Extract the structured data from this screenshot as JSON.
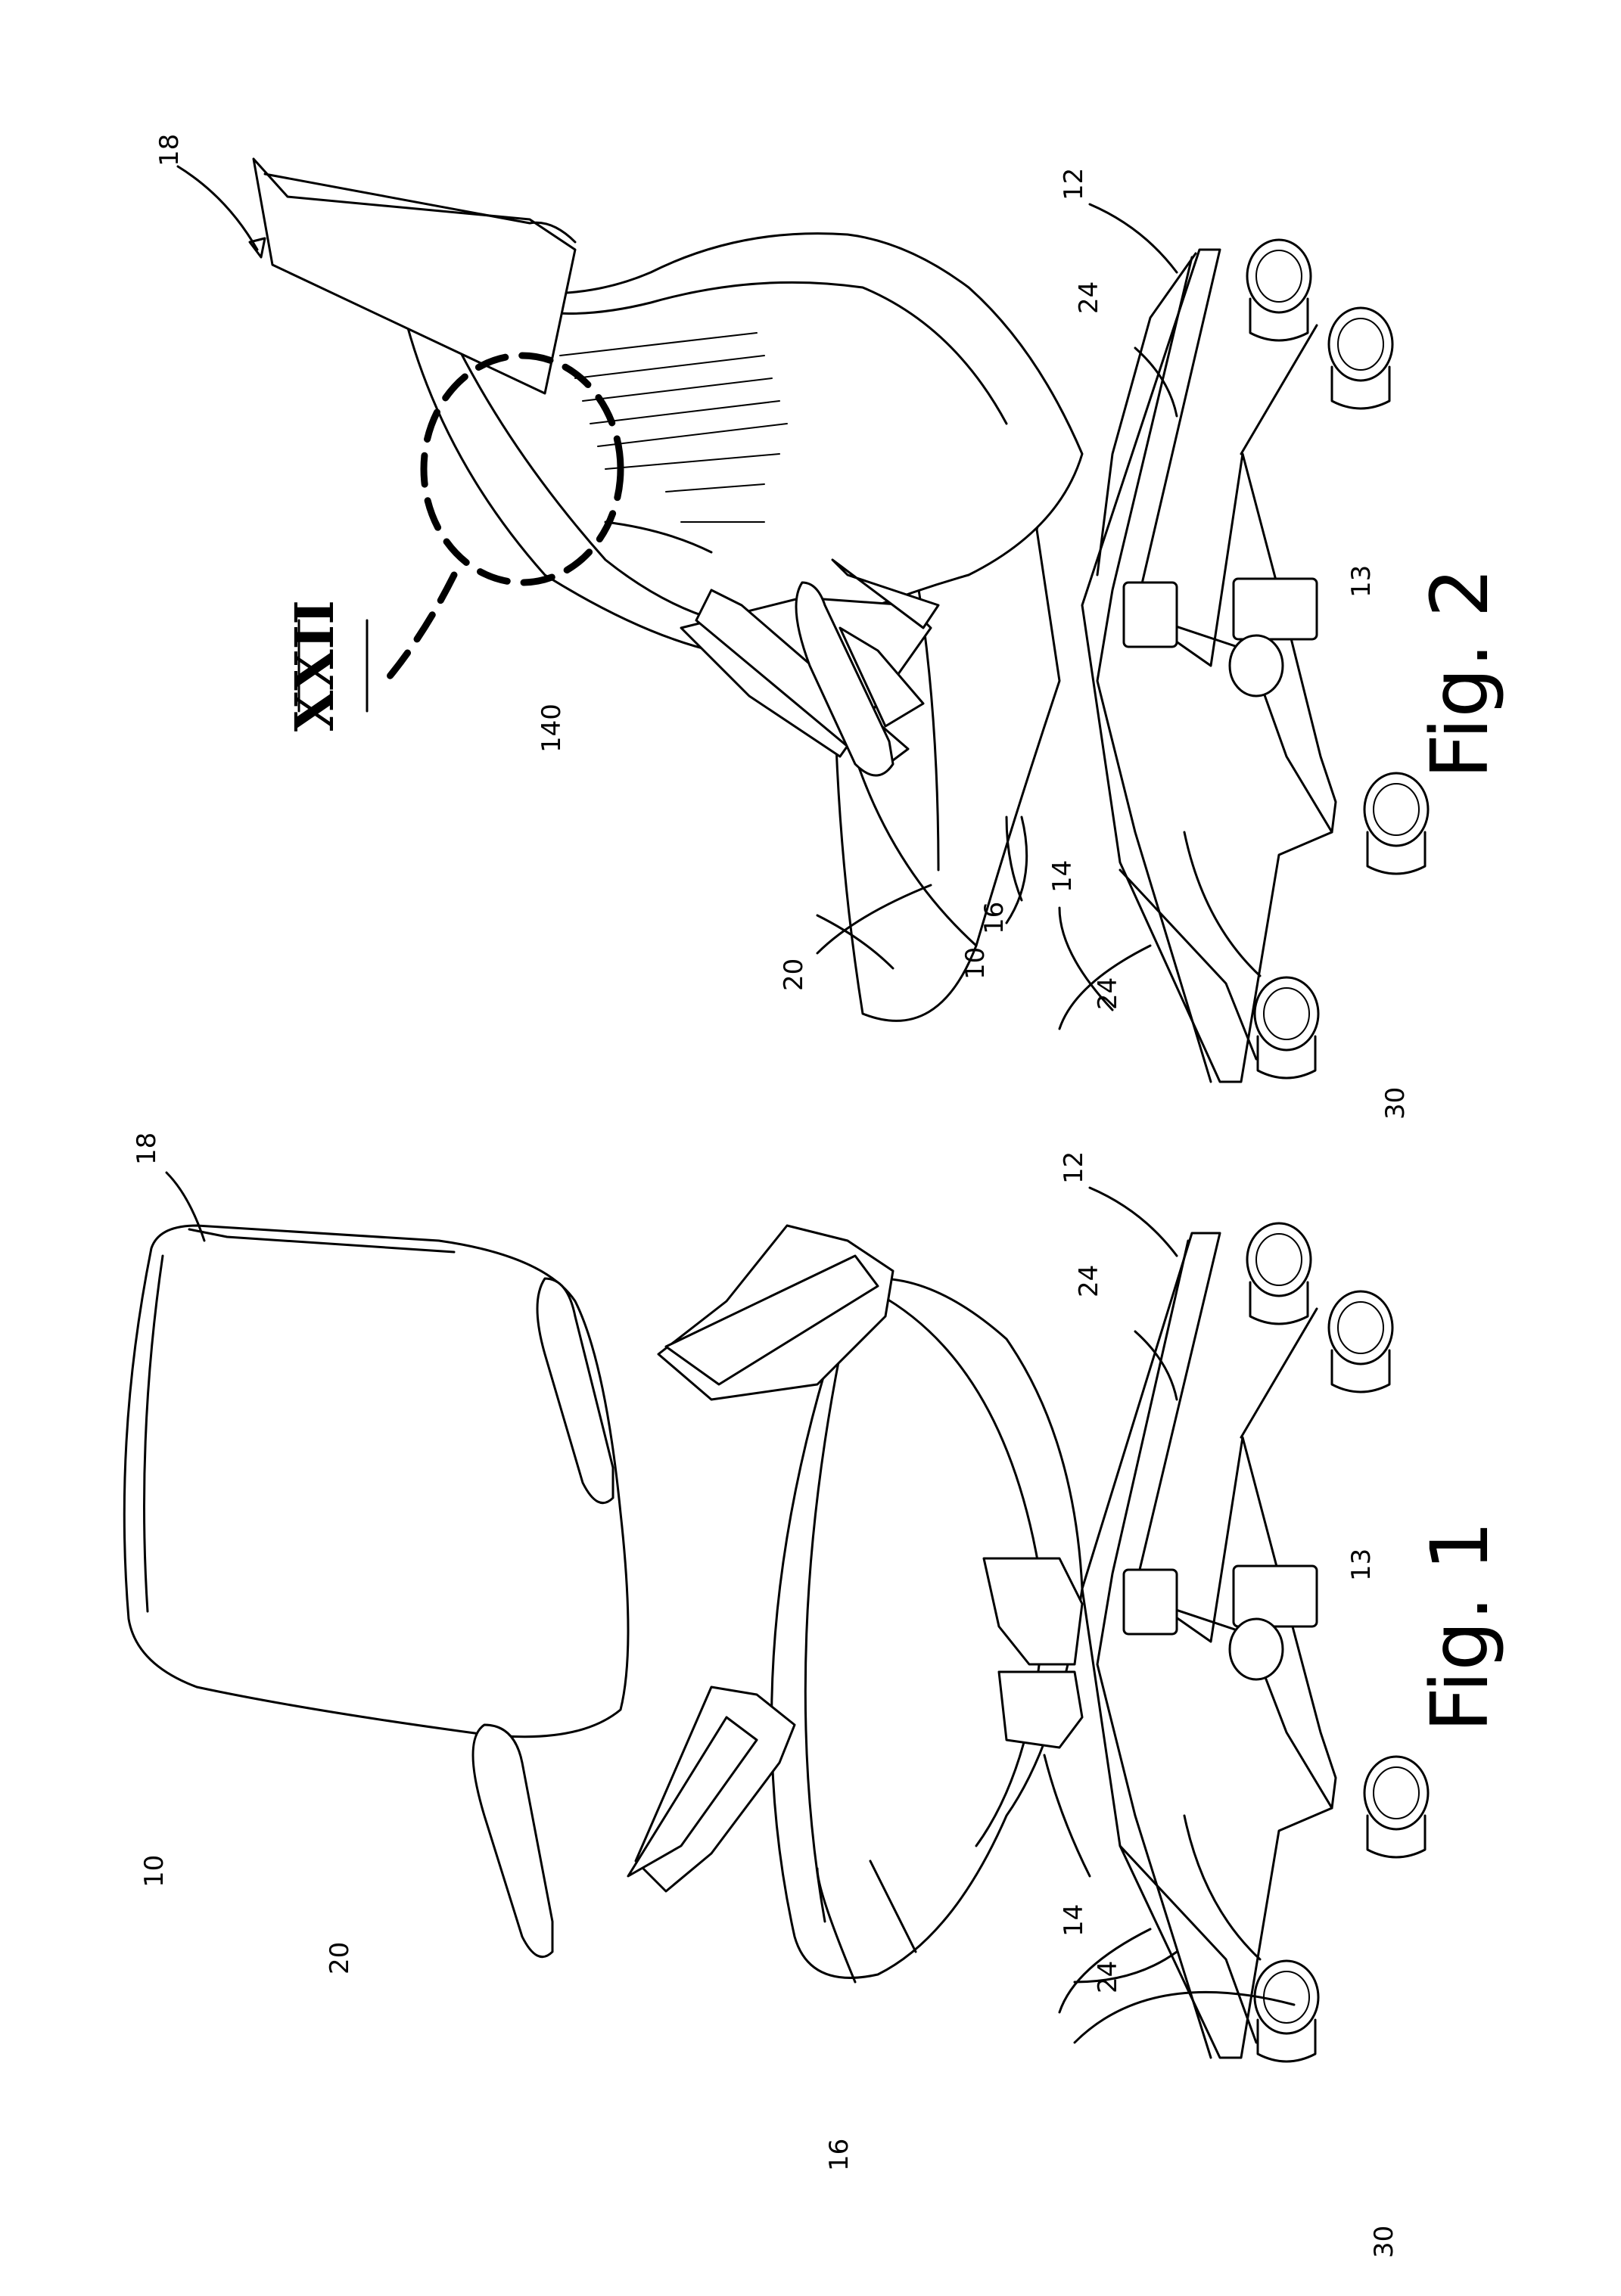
{
  "figures": [
    {
      "id": "fig2",
      "caption": "Fig. 2",
      "labels": {
        "chair": "10",
        "base": "12",
        "floor": "13",
        "control": "14",
        "seat": "16",
        "back": "18",
        "arm": "20",
        "base_leg_front": "24",
        "base_leg_rear": "24",
        "caster": "30",
        "detail_feature": "140"
      },
      "detail_callout": "XXII"
    },
    {
      "id": "fig1",
      "caption": "Fig. 1",
      "labels": {
        "chair": "10",
        "base": "12",
        "floor": "13",
        "control": "14",
        "seat": "16",
        "back": "18",
        "arm": "20",
        "base_leg_front": "24",
        "base_leg_rear": "24",
        "caster": "30"
      }
    }
  ],
  "colors": {
    "ink": "#000000",
    "paper": "#ffffff"
  }
}
